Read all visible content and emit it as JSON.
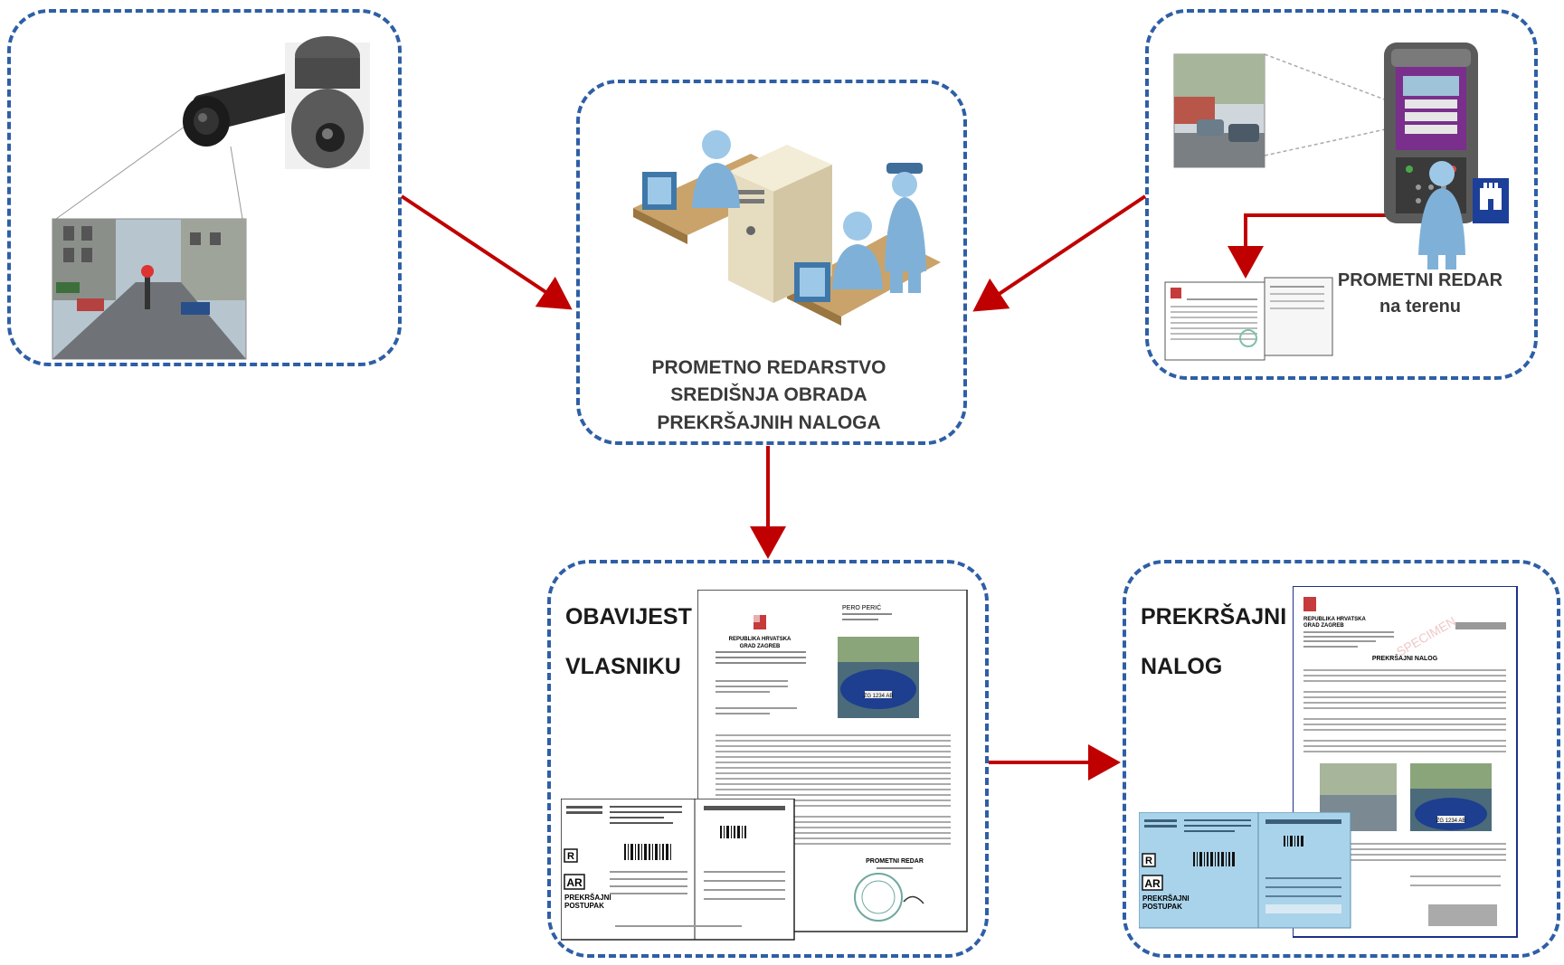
{
  "central": {
    "title_line1": "PROMETNO REDARSTVO",
    "title_line2": "SREDIŠNJA OBRADA",
    "title_line3": "PREKRŠAJNIH NALOGA"
  },
  "field_officer": {
    "title_line1": "PROMETNI REDAR",
    "title_line2": "na terenu"
  },
  "notice": {
    "title_line1": "OBAVIJEST",
    "title_line2": "VLASNIKU",
    "doc_header1": "REPUBLIKA HRVATSKA",
    "doc_header2": "GRAD ZAGREB",
    "addressee_name": "PERO PERIĆ",
    "plate": "ZG 1234 AB",
    "signature_role": "PROMETNI REDAR",
    "envelope_letters": [
      "R",
      "AR"
    ],
    "envelope_caption1": "PREKRŠAJNI",
    "envelope_caption2": "POSTUPAK"
  },
  "fine": {
    "title_line1": "PREKRŠAJNI",
    "title_line2": "NALOG",
    "doc_header1": "REPUBLIKA HRVATSKA",
    "doc_header2": "GRAD ZAGREB",
    "doc_title": "PREKRŠAJNI NALOG",
    "watermark": "SPECIMEN",
    "plate": "ZG 1234 AB",
    "envelope_letters": [
      "R",
      "AR"
    ],
    "envelope_caption1": "PREKRŠAJNI",
    "envelope_caption2": "POSTUPAK"
  },
  "colors": {
    "dashed_border": "#2e5fa6",
    "arrow": "#c00000",
    "label_text": "#3a3a3a",
    "envelope_blue": "#a9d3ea"
  },
  "icons": {
    "cameras": "cctv-camera-icon",
    "server": "server-icon",
    "operators": "operator-icon",
    "handheld": "handheld-terminal-icon",
    "coat_of_arms": "zagreb-coat-of-arms-icon"
  }
}
